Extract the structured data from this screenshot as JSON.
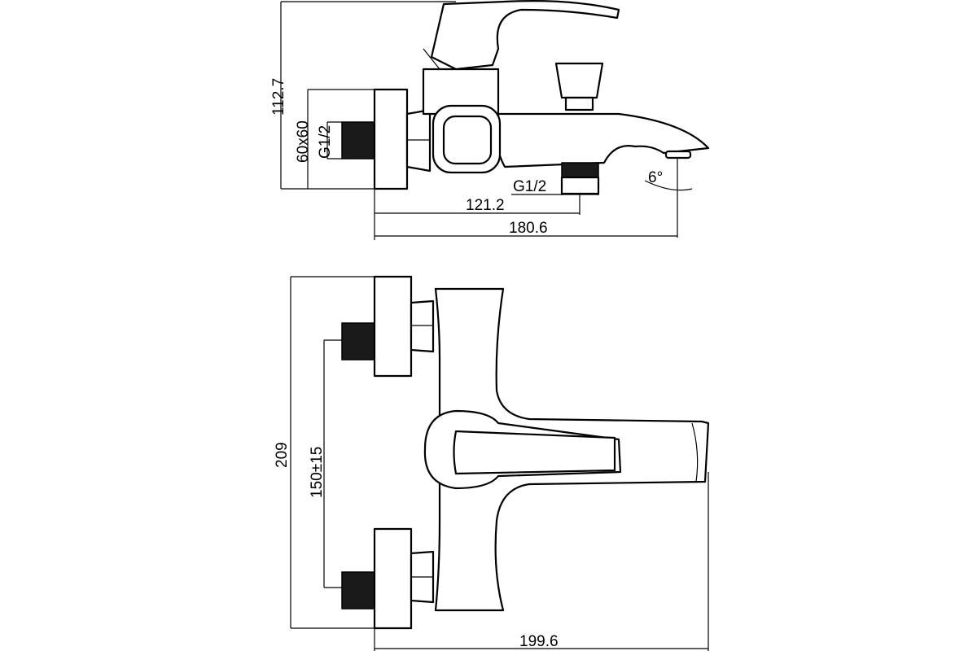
{
  "side_view": {
    "height_dim": "112.7",
    "plate_dim": "60x60",
    "inlet_thread": "G1/2",
    "outlet_thread": "G1/2",
    "outlet_distance": "121.2",
    "spout_reach": "180.6",
    "spout_angle": "6°"
  },
  "top_view": {
    "total_width": "209",
    "inlet_spacing": "150±15",
    "total_depth": "199.6"
  }
}
